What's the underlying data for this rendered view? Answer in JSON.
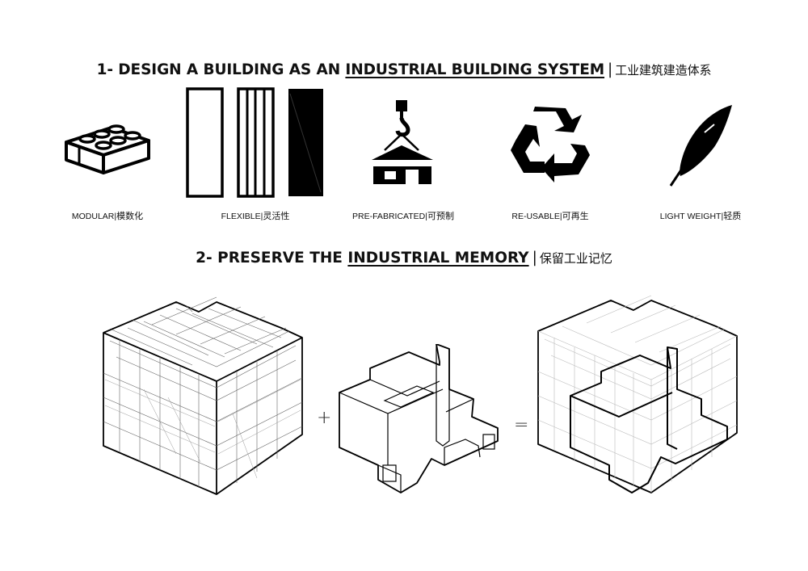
{
  "section1": {
    "prefix": "1- DESIGN A BUILDING AS AN ",
    "emphasis": "INDUSTRIAL BUILDING SYSTEM",
    "separator": "|",
    "chinese": "工业建筑建造体系"
  },
  "principles": [
    {
      "label": "MODULAR",
      "chinese": "模数化",
      "icon": "lego-brick-icon"
    },
    {
      "label": "FLEXIBLE",
      "chinese": "灵活性",
      "icon": "flexible-panels-icon"
    },
    {
      "label": "PRE-FABRICATED",
      "chinese": "可预制",
      "icon": "crane-hook-house-icon"
    },
    {
      "label": "RE-USABLE",
      "chinese": "可再生",
      "icon": "recycle-icon"
    },
    {
      "label": "LIGHT WEIGHT",
      "chinese": "轻质",
      "icon": "feather-icon"
    }
  ],
  "label_separator": "|",
  "section2": {
    "prefix": "2- PRESERVE THE ",
    "emphasis": "INDUSTRIAL MEMORY",
    "separator": "|",
    "chinese": "保留工业记忆"
  },
  "equation": {
    "plus": "+",
    "equals": "=",
    "items": [
      "existing-industrial-building",
      "new-volume",
      "combined-building"
    ]
  }
}
